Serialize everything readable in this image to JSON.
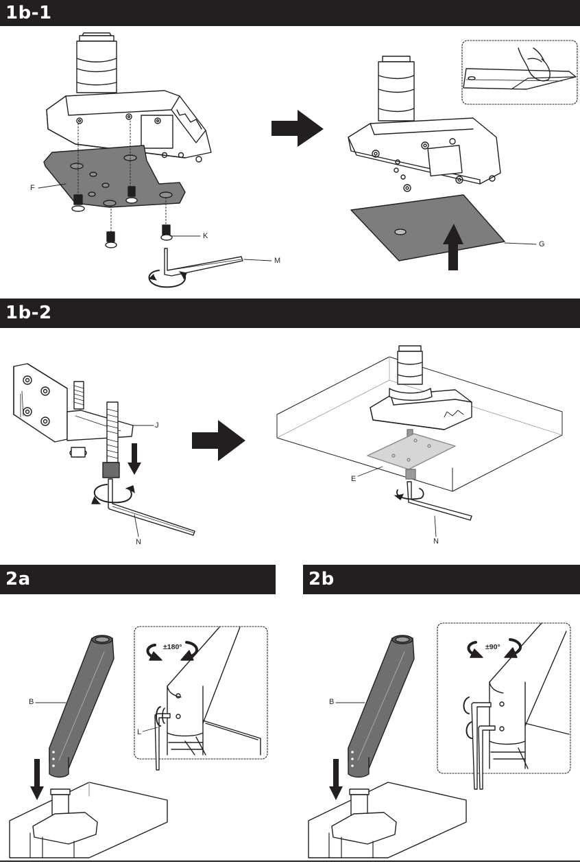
{
  "sections": {
    "s1b1": {
      "title": "1b-1"
    },
    "s1b2": {
      "title": "1b-2"
    },
    "s2a": {
      "title": "2a"
    },
    "s2b": {
      "title": "2b"
    }
  },
  "labels": {
    "F": "F",
    "K": "K",
    "M": "M",
    "G": "G",
    "J": "J",
    "E": "E",
    "N1": "N",
    "N2": "N",
    "B1": "B",
    "L": "L",
    "B2": "B"
  },
  "rotation": {
    "r2a": "±180°",
    "r2b": "±90°"
  },
  "colors": {
    "header_bg": "#231f20",
    "plate_gray": "#7d7d7d",
    "arm_gray": "#6f6f6f",
    "line": "#231f20"
  }
}
